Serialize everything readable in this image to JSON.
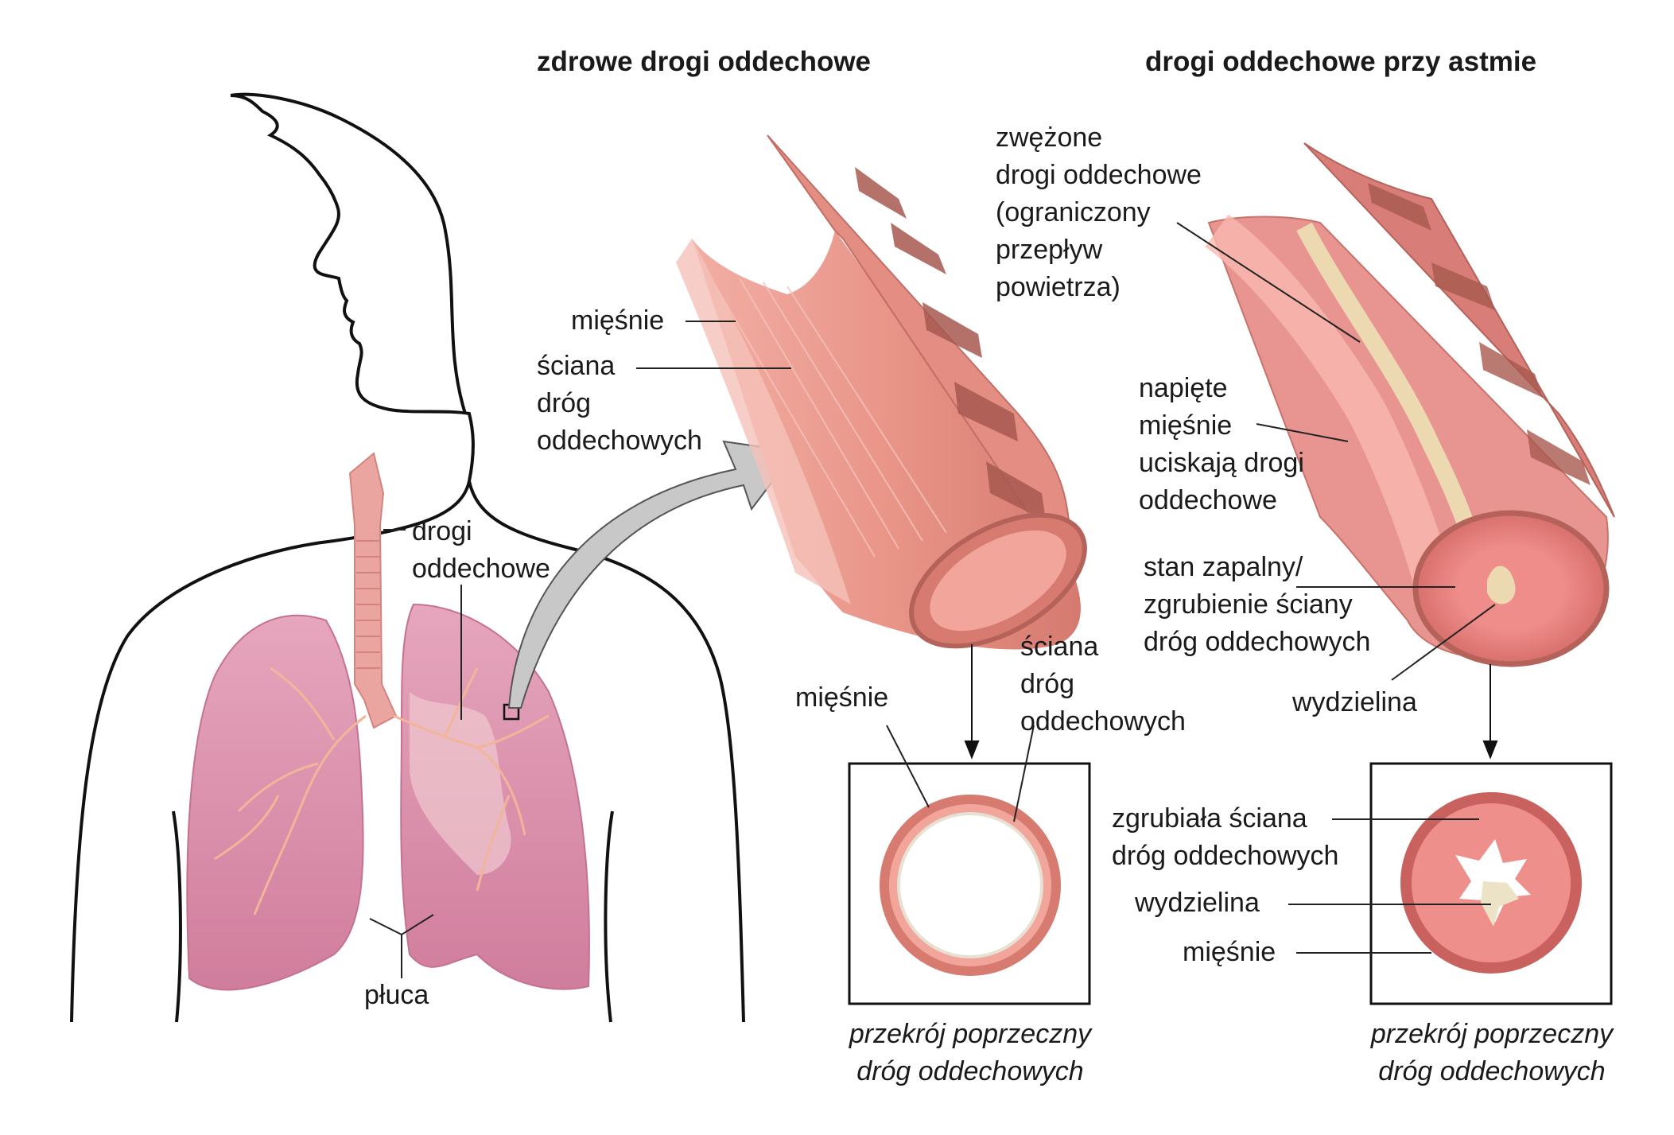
{
  "headings": {
    "healthy": "zdrowe drogi oddechowe",
    "asthma": "drogi oddechowe przy astmie"
  },
  "labels": {
    "airways": "drogi\noddechowe",
    "lungs": "płuca",
    "healthy_muscle": "mięśnie",
    "healthy_wall": "ściana\ndróg\noddechowych",
    "narrowed": "zwężone\ndrogi oddechowe\n(ograniczony\nprzepływ\npowietrza)",
    "tight_muscles": "napięte\nmięśnie\nuciskają drogi\noddechowe",
    "inflammation": "stan zapalny/\nzgrubienie ściany\ndróg oddechowych",
    "mucus_top": "wydzielina",
    "section_healthy_muscle": "mięśnie",
    "section_healthy_wall": "ściana\ndróg\noddechowych",
    "thickened_wall": "zgrubiała ściana\ndróg oddechowych",
    "mucus_section": "wydzielina",
    "section_asthma_muscle": "mięśnie"
  },
  "captions": {
    "healthy": "przekrój poprzeczny\ndróg oddechowych",
    "asthma": "przekrój poprzeczny\ndróg oddechowych"
  },
  "colors": {
    "lung": "#d98aa6",
    "airway_wall": "#e9928c",
    "muscle": "#b5625a",
    "mucus": "#efe3c6",
    "arrow": "#c8c8c8"
  }
}
